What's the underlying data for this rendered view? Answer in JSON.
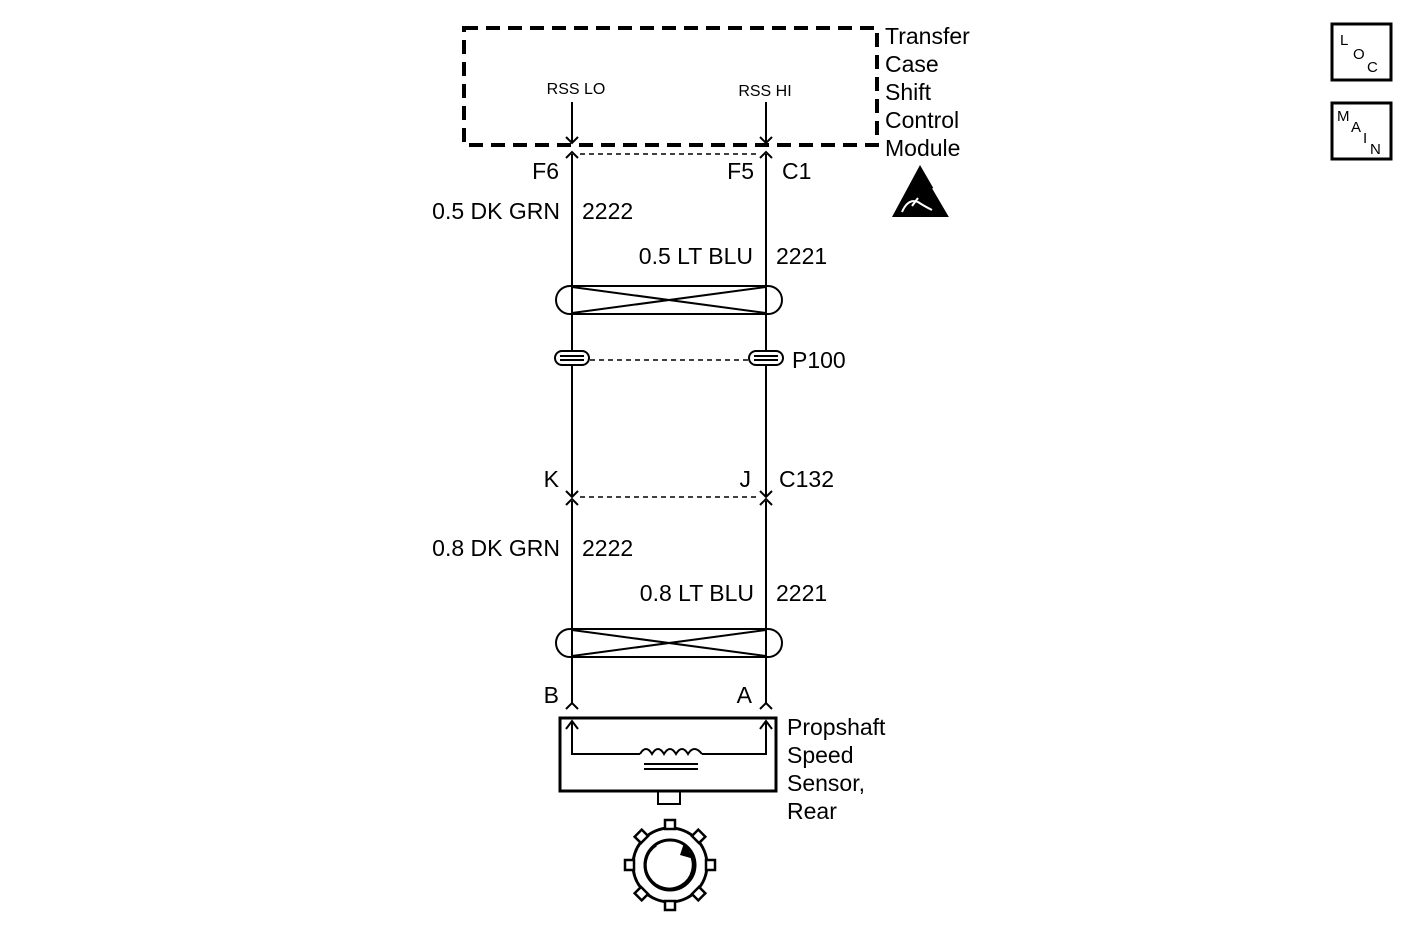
{
  "module": {
    "title_lines": [
      "Transfer",
      "Case",
      "Shift",
      "Control",
      "Module"
    ],
    "pins": {
      "lo": "RSS LO",
      "hi": "RSS HI"
    }
  },
  "connector_top": {
    "left_cavity": "F6",
    "right_cavity": "F5",
    "name": "C1"
  },
  "wires_upper": {
    "left": {
      "spec": "0.5 DK GRN",
      "circuit": "2222"
    },
    "right": {
      "spec": "0.5 LT BLU",
      "circuit": "2221"
    }
  },
  "pass_through": {
    "name": "P100"
  },
  "connector_mid": {
    "left_cavity": "K",
    "right_cavity": "J",
    "name": "C132"
  },
  "wires_lower": {
    "left": {
      "spec": "0.8 DK GRN",
      "circuit": "2222"
    },
    "right": {
      "spec": "0.8 LT BLU",
      "circuit": "2221"
    }
  },
  "connector_sensor": {
    "left_cavity": "B",
    "right_cavity": "A"
  },
  "sensor": {
    "title_lines": [
      "Propshaft",
      "Speed",
      "Sensor,",
      "Rear"
    ]
  },
  "nav_buttons": {
    "loc": [
      "L",
      "O",
      "C"
    ],
    "main": [
      "M",
      "A",
      "I",
      "N"
    ]
  },
  "icons": {
    "esd": "esd-warning-icon",
    "reluctor": "reluctor-wheel-icon"
  }
}
